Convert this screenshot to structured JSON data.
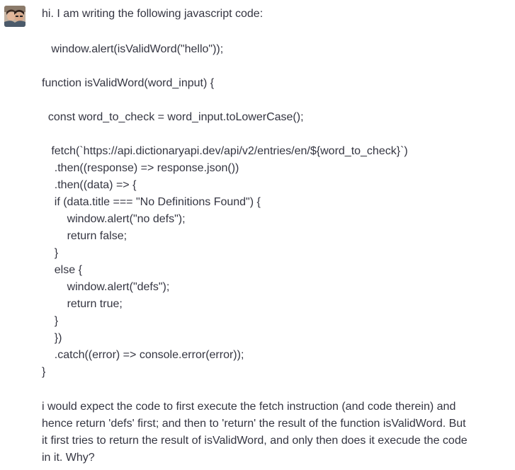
{
  "user_avatar": {
    "icon": "user-photo-avatar-icon"
  },
  "message": {
    "intro": "hi. I am writing the following javascript code:",
    "code_lines": [
      "   window.alert(isValidWord(\"hello\"));",
      "",
      "function isValidWord(word_input) {",
      "",
      "  const word_to_check = word_input.toLowerCase();",
      "",
      "   fetch(`https://api.dictionaryapi.dev/api/v2/entries/en/${word_to_check}`)",
      "    .then((response) => response.json())",
      "    .then((data) => {",
      "    if (data.title === \"No Definitions Found\") {",
      "        window.alert(\"no defs\");",
      "        return false;",
      "    }",
      "    else {",
      "        window.alert(\"defs\");",
      "        return true;",
      "    }",
      "    })",
      "    .catch((error) => console.error(error));",
      "}"
    ],
    "question_lines": [
      "i would expect the code to first execute the fetch instruction (and code therein) and",
      "hence return 'defs' first; and then to 'return' the result of the function isValidWord. But",
      "it first tries to return the result of isValidWord, and only then does it execude the code",
      "in it. Why?"
    ]
  }
}
